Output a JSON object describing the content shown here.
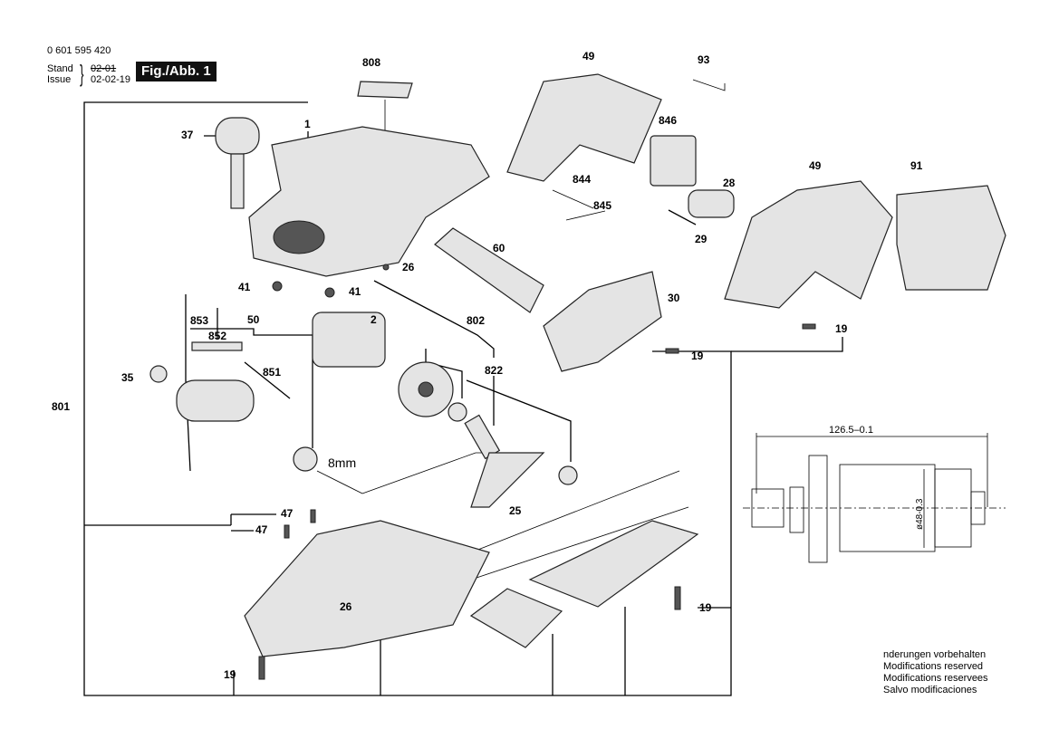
{
  "header": {
    "part_number": "0 601 595 420",
    "stand_label": "Stand",
    "issue_label": "Issue",
    "old_date": "02-01",
    "issue_date": "02-02-19",
    "figure_label": "Fig./Abb. 1"
  },
  "callouts": [
    "808",
    "49",
    "93",
    "846",
    "37",
    "1",
    "844",
    "845",
    "28",
    "49",
    "91",
    "29",
    "60",
    "26",
    "41",
    "41",
    "30",
    "853",
    "852",
    "50",
    "2",
    "802",
    "19",
    "19",
    "851",
    "822",
    "35",
    "801",
    "8mm",
    "25",
    "47",
    "47",
    "26",
    "19",
    "19"
  ],
  "detail": {
    "length_dimension": "126.5–0.1",
    "diameter_dimension": "ø48-0.3"
  },
  "notes": [
    "nderungen vorbehalten",
    "Modifications reserved",
    "Modifications reservees",
    "Salvo modificaciones"
  ]
}
